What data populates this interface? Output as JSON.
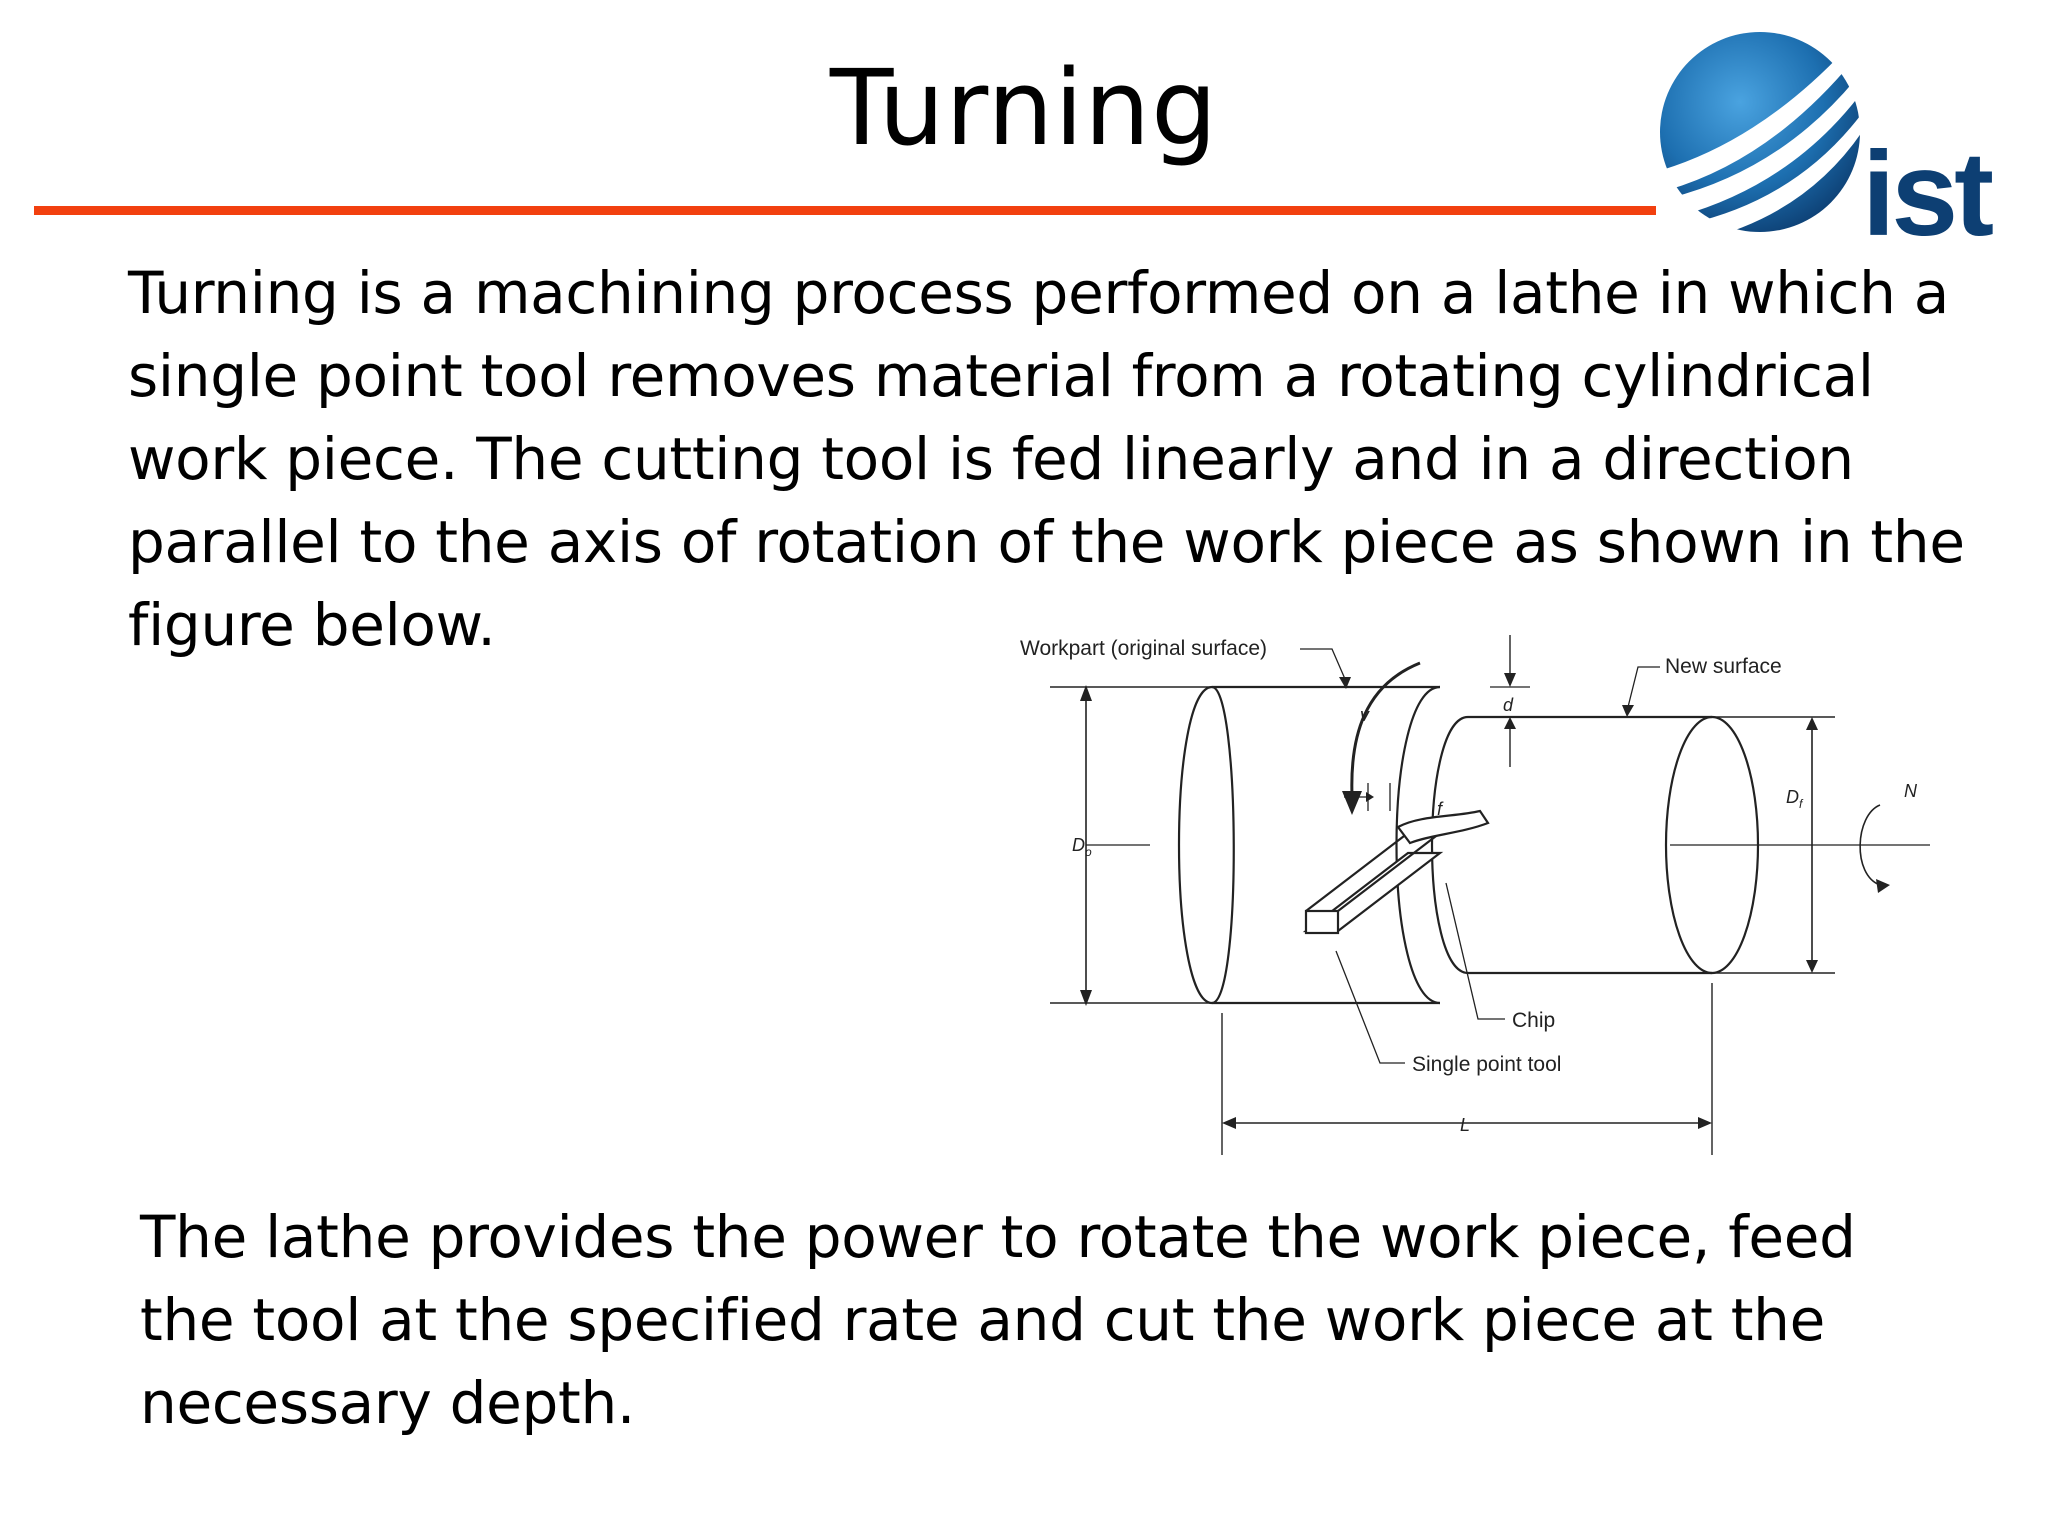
{
  "slide": {
    "title": "Turning",
    "logo_text": "ist",
    "paragraph1": "Turning is a machining process performed on a lathe in which a single point tool removes material from a rotating cylindrical work piece. The cutting tool is fed linearly and in a direction parallel to the axis of rotation of the work piece as shown in the figure below.",
    "paragraph2": "The lathe provides the power to rotate the work piece, feed the tool at the specified rate and cut the work piece at the necessary depth."
  },
  "figure": {
    "labels": {
      "workpart": "Workpart (original surface)",
      "new_surface": "New surface",
      "chip": "Chip",
      "single_point_tool": "Single point tool",
      "v": "v",
      "d": "d",
      "f": "f",
      "Do": "D",
      "Do_sub": "o",
      "Df": "D",
      "Df_sub": "f",
      "N": "N",
      "L": "L"
    }
  },
  "colors": {
    "rule": "#f2400f",
    "logo_blue": "#1d6fb0",
    "logo_dark": "#0d3f73"
  }
}
